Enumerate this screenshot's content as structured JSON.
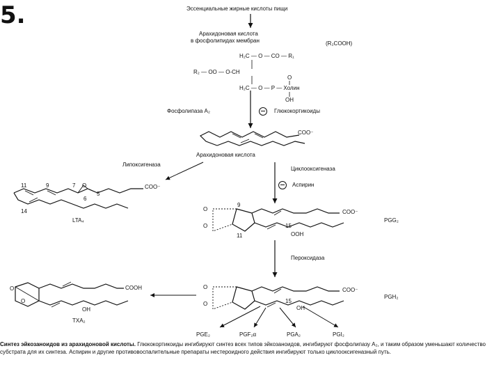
{
  "slide_number": "5.",
  "top": {
    "diet_fatty_acids": "Эссенциальные жирные кислоты пищи",
    "membrane_aa_line1": "Арахидоновая кислота",
    "membrane_aa_line2": "в фосфолипидах мембран",
    "r2cooh": "(R₂COOH)"
  },
  "phospholipid": {
    "row1": "H₂C — O — CO — R₁",
    "row2_left": "R₂ — OO — O-CH",
    "row3": "H₂C — O — P — Холин",
    "oxo": "O",
    "oh": "OH"
  },
  "enzymes": {
    "pla2": "Фосфолипаза A₂",
    "glucocorticoids": "Глюкокортикоиды",
    "lipoxygenase": "Липоксигеназа",
    "cyclooxygenase": "Циклооксигеназа",
    "aspirin": "Аспирин",
    "peroxidase": "Пероксидаза"
  },
  "structures": {
    "arachidonic_acid": "Арахидоновая кислота",
    "aa_coo": "COO⁻",
    "lta4": "LTA₄",
    "lta4_coo": "COO⁻",
    "lta4_numbers": [
      "11",
      "9",
      "7",
      "6",
      "5",
      "14"
    ],
    "pgg2": "PGG₂",
    "pgg2_coo": "COO⁻",
    "pgg2_numbers": [
      "9",
      "11",
      "15"
    ],
    "pgg2_ooh": "OOH",
    "pgh2": "PGH₂",
    "pgh2_coo": "COO⁻",
    "pgh2_oh": "OH",
    "pgh2_number": "15",
    "txa2": "TXA₂",
    "txa2_cooh": "COOH",
    "txa2_oh": "OH",
    "oxygen": "O"
  },
  "products": [
    "PGE₂",
    "PGF₂α",
    "PGA₂",
    "PGI₂"
  ],
  "caption": {
    "bold": "Синтез эйкозаноидов из арахидоновой кислоты.",
    "text": " Глюкокортикоиды ингибируют синтез всех типов эйкозаноидов, ингибируют фосфолипазу A₂, и таким образом уменьшают количество субстрата для их синтеза. Аспирин и другие противовоспалительные препараты нестероидного действия ингибируют только циклооксигеназный путь."
  }
}
